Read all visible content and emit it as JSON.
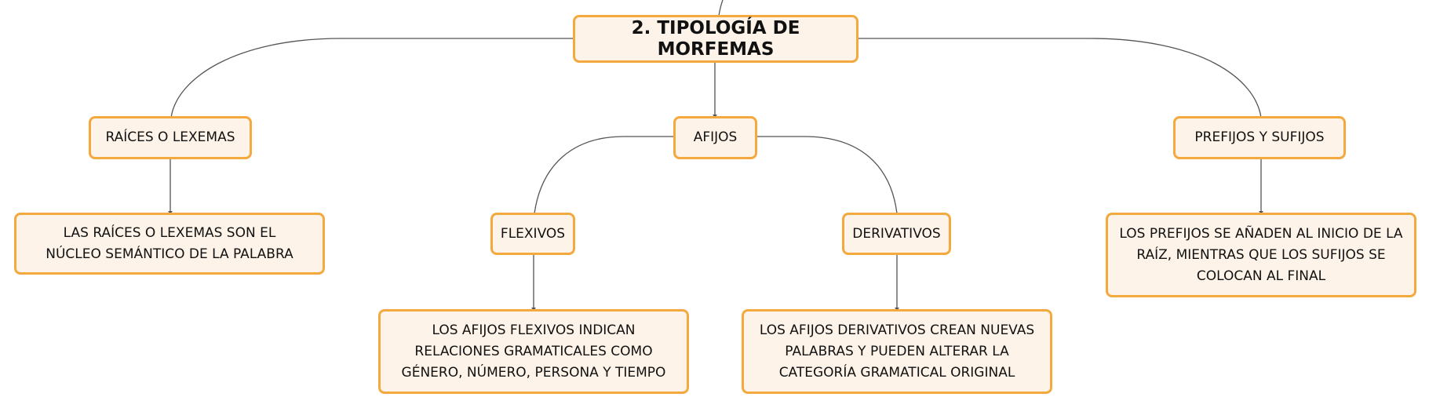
{
  "diagram": {
    "root": {
      "label": "2. TIPOLOGÍA DE MORFEMAS"
    },
    "raices": {
      "label": "RAÍCES O LEXEMAS",
      "description": "LAS RAÍCES O LEXEMAS SON EL NÚCLEO SEMÁNTICO DE LA PALABRA"
    },
    "afijos": {
      "label": "AFIJOS",
      "flexivos": {
        "label": "FLEXIVOS",
        "description": "LOS AFIJOS FLEXIVOS INDICAN RELACIONES GRAMATICALES COMO GÉNERO, NÚMERO, PERSONA Y TIEMPO"
      },
      "derivativos": {
        "label": "DERIVATIVOS",
        "description": "LOS AFIJOS DERIVATIVOS CREAN NUEVAS PALABRAS Y PUEDEN ALTERAR LA CATEGORÍA GRAMATICAL ORIGINAL"
      }
    },
    "prefijos_sufijos": {
      "label": "PREFIJOS Y SUFIJOS",
      "description": "LOS PREFIJOS SE AÑADEN AL INICIO DE LA RAÍZ, MIENTRAS QUE LOS SUFIJOS SE COLOCAN AL FINAL"
    }
  },
  "colors": {
    "node_fill": "#fdf3e8",
    "node_border": "#f4a93f",
    "connector": "#555555"
  }
}
